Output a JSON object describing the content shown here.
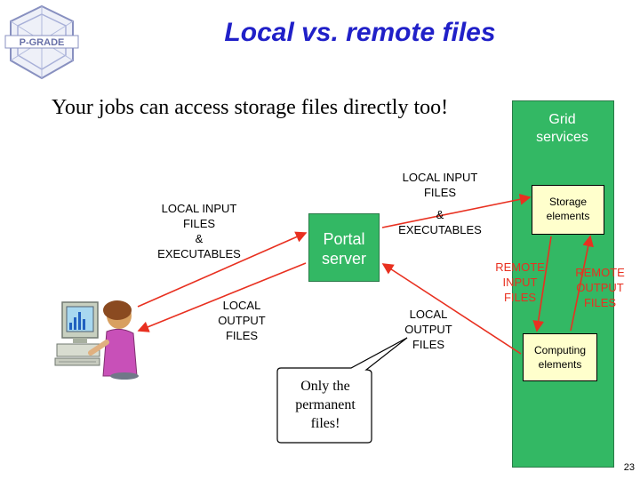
{
  "slide": {
    "title": "Local vs. remote files",
    "subtitle": "Your jobs can access storage files directly too!",
    "page_number": "23"
  },
  "logo": {
    "icon": "p-grade-logo-icon",
    "lettering": "P-GRADE"
  },
  "nodes": {
    "grid_services": {
      "line1": "Grid",
      "line2": "services"
    },
    "storage": {
      "line1": "Storage",
      "line2": "elements"
    },
    "computing": {
      "line1": "Computing",
      "line2": "elements"
    },
    "portal": {
      "line1": "Portal",
      "line2": "server"
    },
    "user": {
      "icon": "user-at-computer-icon"
    }
  },
  "labels": {
    "user_input": [
      "LOCAL INPUT",
      "FILES",
      "&",
      "EXECUTABLES"
    ],
    "user_output": [
      "LOCAL",
      "OUTPUT",
      "FILES"
    ],
    "grid_input_files": [
      "LOCAL INPUT",
      "FILES"
    ],
    "grid_input_exec": [
      "&",
      "EXECUTABLES"
    ],
    "grid_output": [
      "LOCAL",
      "OUTPUT",
      "FILES"
    ],
    "remote_input": [
      "REMOTE",
      "INPUT",
      "FILES"
    ],
    "remote_output": [
      "REMOTE",
      "OUTPUT",
      "FILES"
    ]
  },
  "callout": {
    "lines": [
      "Only the",
      "permanent",
      "files!"
    ]
  },
  "colors": {
    "title": "#2020c8",
    "arrow": "#e83020",
    "grid_green": "#33b864",
    "box_fill": "#ffffcc"
  }
}
